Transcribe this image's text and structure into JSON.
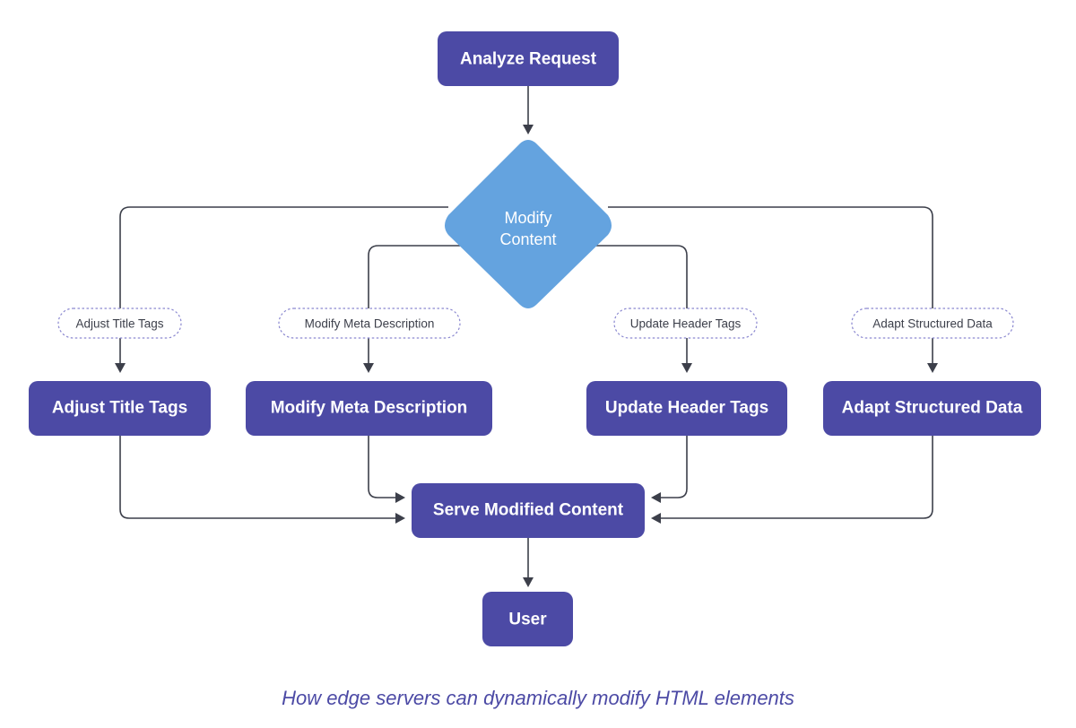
{
  "diagram": {
    "start": {
      "label": "Analyze Request"
    },
    "decision": {
      "label_line1": "Modify",
      "label_line2": "Content"
    },
    "branches": [
      {
        "edge_label": "Adjust Title Tags",
        "node_label": "Adjust Title Tags"
      },
      {
        "edge_label": "Modify Meta Description",
        "node_label": "Modify Meta Description"
      },
      {
        "edge_label": "Update Header Tags",
        "node_label": "Update Header Tags"
      },
      {
        "edge_label": "Adapt Structured Data",
        "node_label": "Adapt Structured Data"
      }
    ],
    "merge": {
      "label": "Serve Modified Content"
    },
    "end": {
      "label": "User"
    }
  },
  "caption": "How edge servers can dynamically modify HTML elements",
  "colors": {
    "node_fill": "#4c4aa5",
    "decision_fill": "#64a3df",
    "edge_label_border": "#8b88d0",
    "connector": "#3c3f4a",
    "caption": "#4c4aa5"
  }
}
